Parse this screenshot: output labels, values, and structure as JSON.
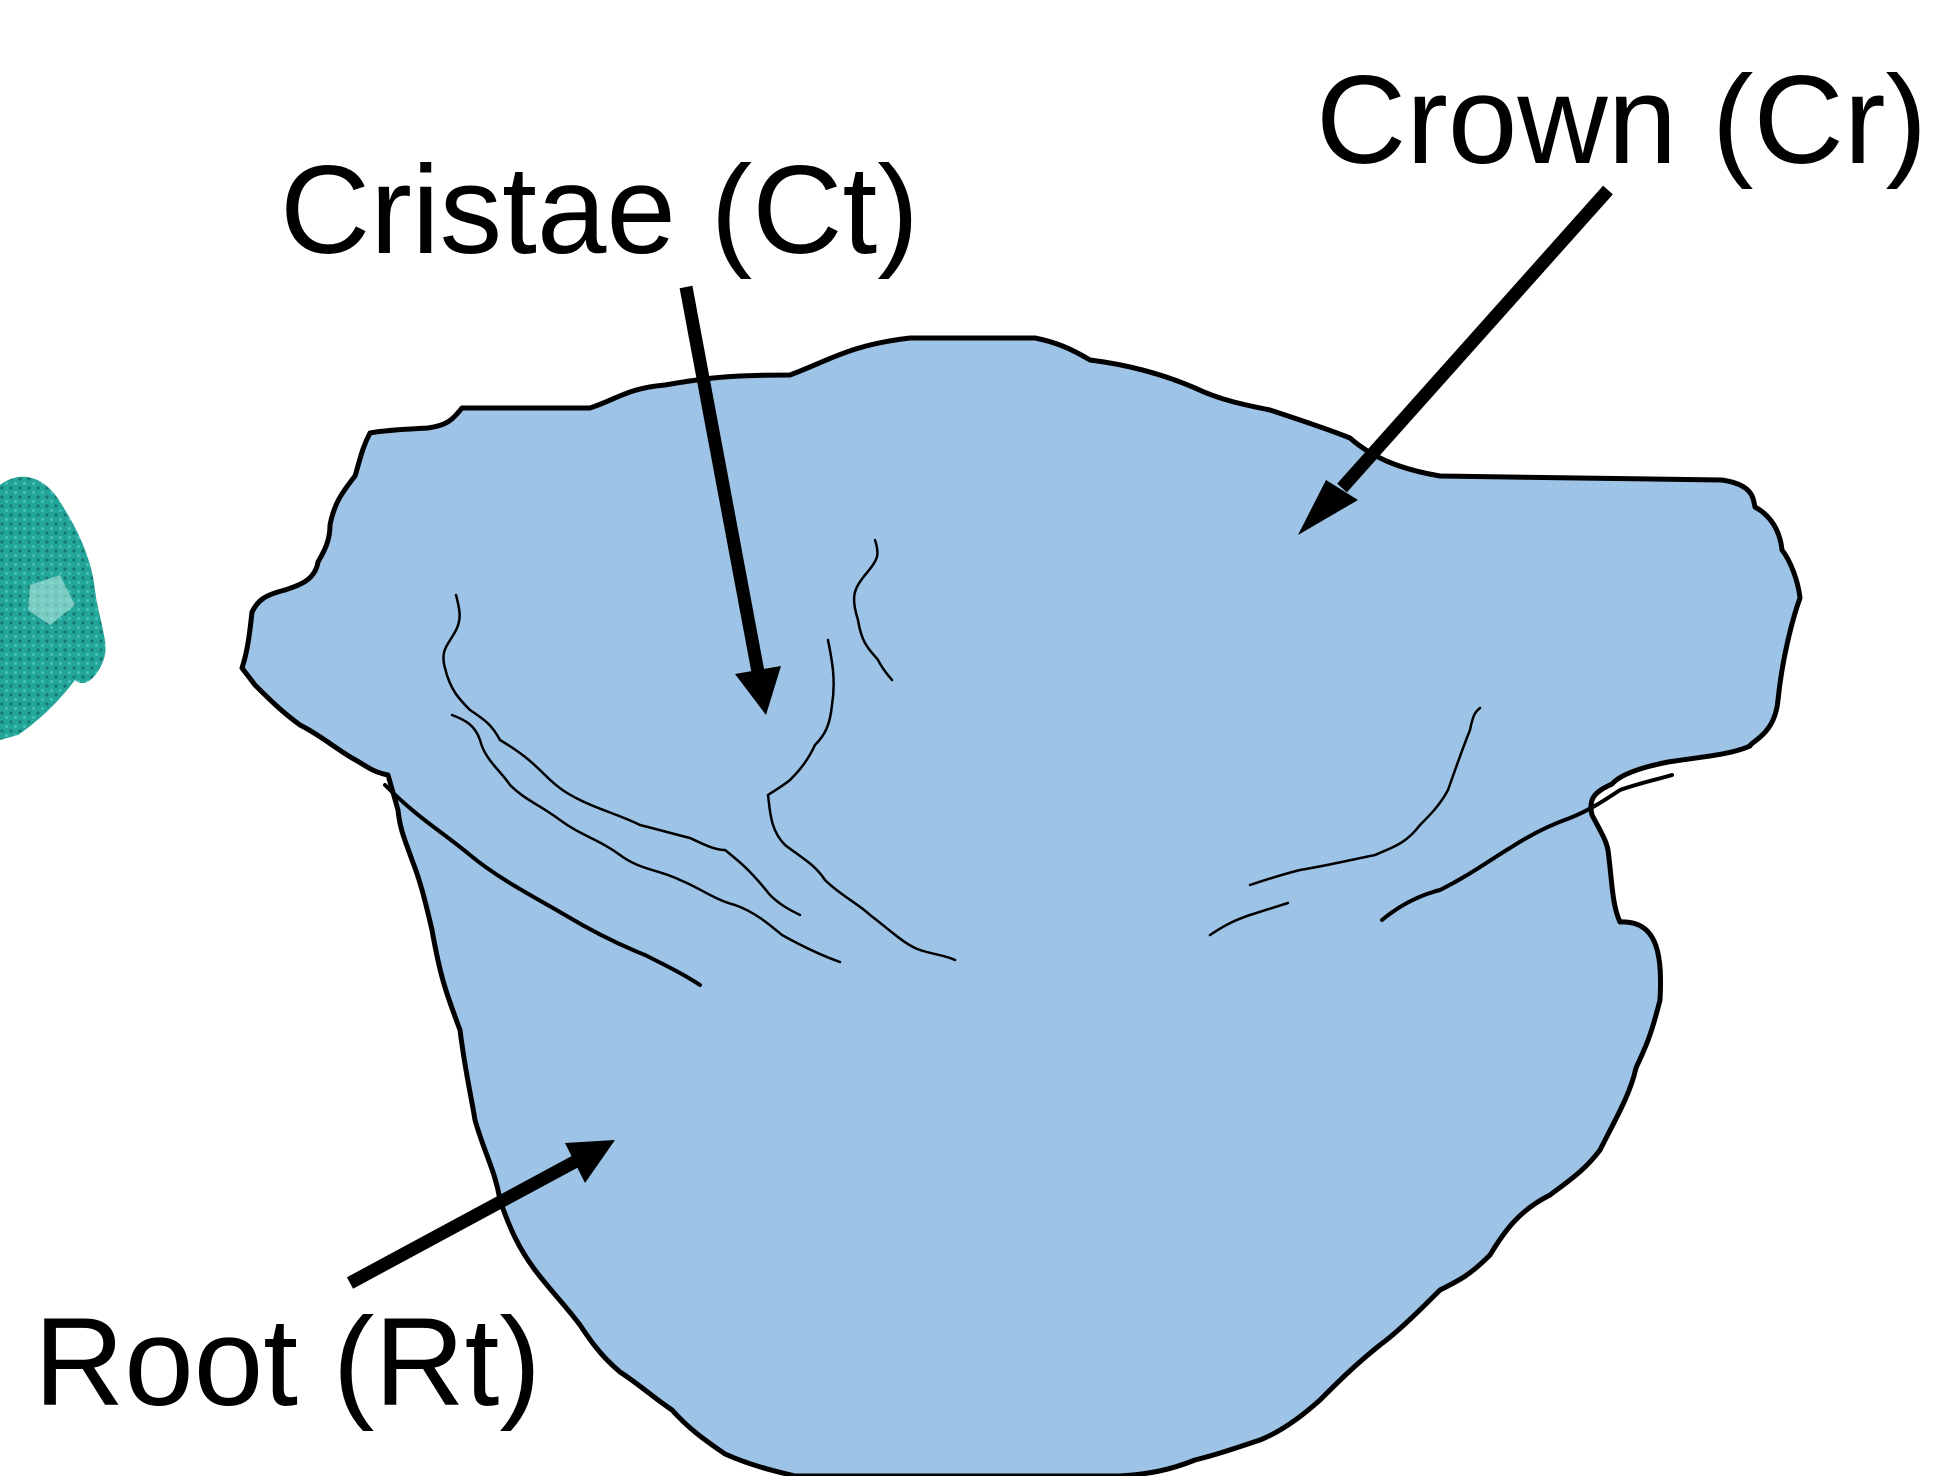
{
  "labels": {
    "crown": "Crown (Cr)",
    "cristae": "Cristae (Ct)",
    "root": "Root (Rt)"
  },
  "colors": {
    "tooth_fill": "#9dc3e6",
    "outline": "#000000",
    "fragment": "#1aa39a",
    "background": "#ffffff"
  }
}
